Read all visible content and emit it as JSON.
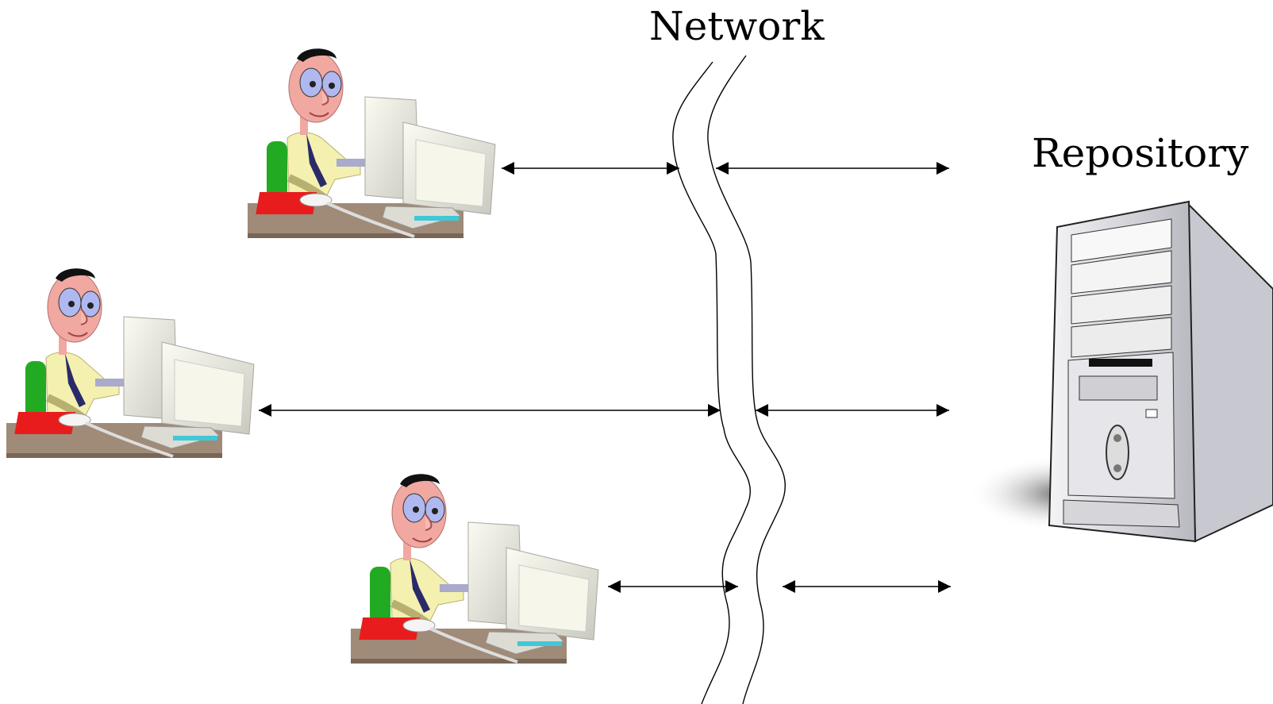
{
  "labels": {
    "network": "Network",
    "repository": "Repository"
  },
  "nodes": {
    "clients": [
      {
        "id": "user-top",
        "kind": "person-at-computer"
      },
      {
        "id": "user-middle",
        "kind": "person-at-computer"
      },
      {
        "id": "user-bottom",
        "kind": "person-at-computer"
      }
    ],
    "server": {
      "id": "repository-server",
      "kind": "tower-computer"
    }
  },
  "connections": [
    {
      "from": "user-top",
      "to": "network",
      "bidirectional": true
    },
    {
      "from": "network",
      "to": "repository-server",
      "bidirectional": true
    },
    {
      "from": "user-middle",
      "to": "network",
      "bidirectional": true
    },
    {
      "from": "network",
      "to": "repository-server",
      "bidirectional": true
    },
    {
      "from": "user-bottom",
      "to": "network",
      "bidirectional": true
    },
    {
      "from": "network",
      "to": "repository-server",
      "bidirectional": true
    }
  ],
  "colors": {
    "line": "#000000",
    "monitor": "#e8e8dc",
    "desk": "#a08a78",
    "mousepad": "#e81c1c",
    "chair": "#22aa22",
    "shirt": "#f4f0b0",
    "tie": "#2a2a6a",
    "skin": "#f0a8a0",
    "glasses": "#b0b8f0",
    "server-body": "#e4e4e8",
    "server-shadow": "#888888"
  }
}
